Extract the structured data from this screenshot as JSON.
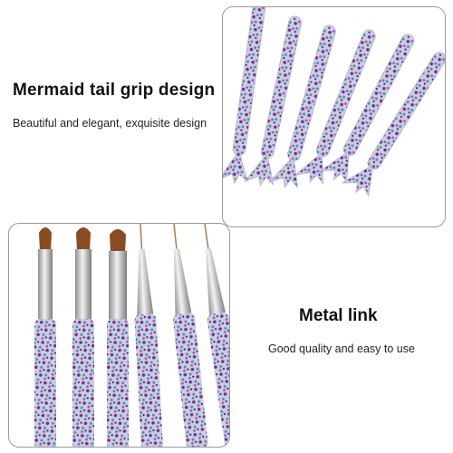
{
  "feature_1": {
    "title": "Mermaid tail grip design",
    "subtitle": "Beautiful and elegant, exquisite design"
  },
  "feature_2": {
    "title": "Metal link",
    "subtitle": "Good quality and easy to use"
  },
  "colors": {
    "handle_base": "#c9c6d6",
    "glitter_purple": "#6b2f9e",
    "glitter_teal": "#2fa39a",
    "ferrule": "#bdbdbd",
    "bristle": "#8a4a22",
    "frame": "#9a9a9a"
  }
}
